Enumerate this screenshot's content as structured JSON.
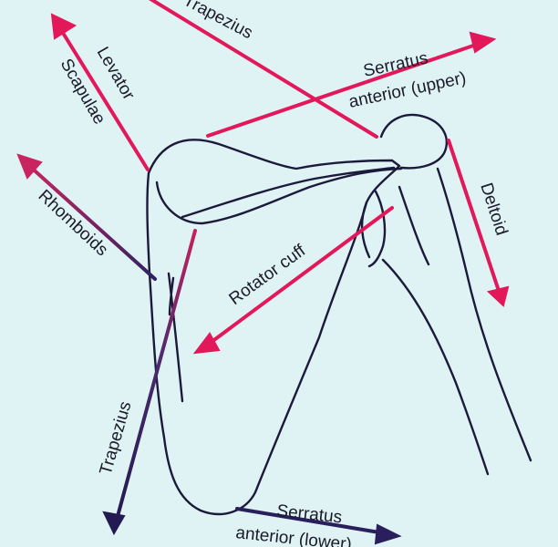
{
  "colors": {
    "background": "#dff2f4",
    "bone_outline": "#1c1a3a",
    "arrow_red": "#e2185a",
    "arrow_purple": "#2a1f5c"
  },
  "labels": {
    "trapezius_upper": "Trapezius",
    "levator_line1": "Levator",
    "levator_line2": "Scapulae",
    "serratus_upper_line1": "Serratus",
    "serratus_upper_line2": "anterior (upper)",
    "deltoid": "Deltoid",
    "rhomboids": "Rhomboids",
    "rotator_cuff": "Rotator cuff",
    "trapezius_lower": "Trapezius",
    "serratus_lower_line1": "Serratus",
    "serratus_lower_line2": "anterior (lower)"
  }
}
